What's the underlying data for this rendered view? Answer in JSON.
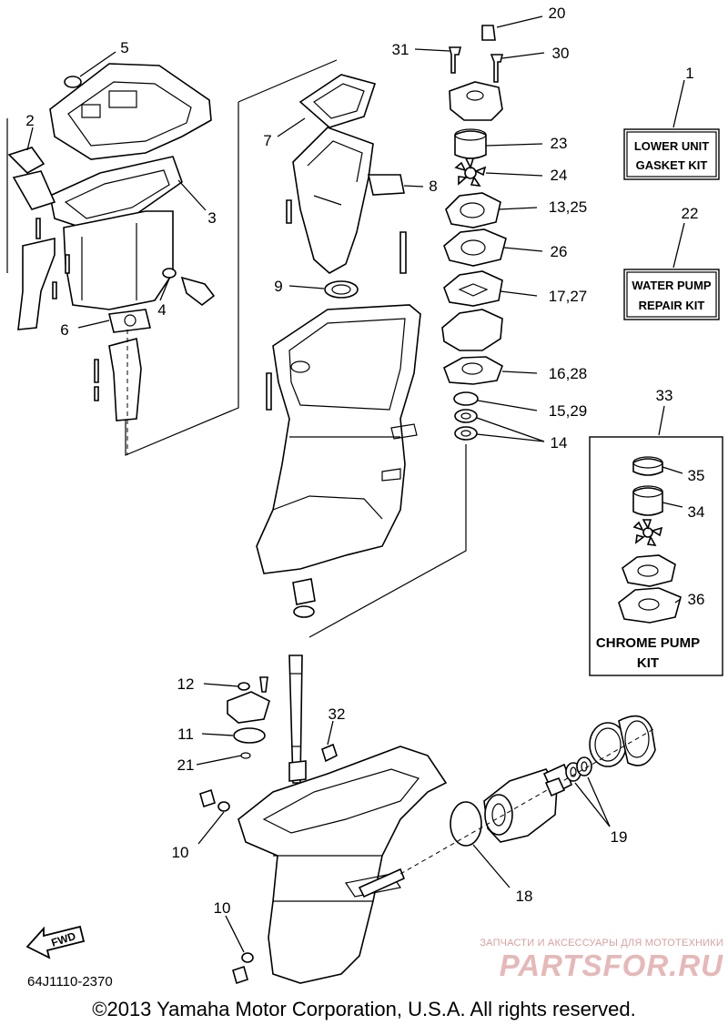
{
  "callouts": {
    "c1": "1",
    "c2": "2",
    "c3": "3",
    "c4": "4",
    "c5": "5",
    "c6": "6",
    "c7": "7",
    "c8": "8",
    "c9": "9",
    "c10a": "10",
    "c10b": "10",
    "c11": "11",
    "c12": "12",
    "c13_25": "13,25",
    "c14": "14",
    "c15_29": "15,29",
    "c16_28": "16,28",
    "c17_27": "17,27",
    "c18": "18",
    "c19": "19",
    "c20": "20",
    "c21": "21",
    "c22": "22",
    "c23": "23",
    "c24": "24",
    "c26": "26",
    "c30": "30",
    "c31": "31",
    "c32": "32",
    "c33": "33",
    "c34": "34",
    "c35": "35",
    "c36": "36"
  },
  "kits": {
    "lower_unit_line1": "LOWER UNIT",
    "lower_unit_line2": "GASKET KIT",
    "water_pump_line1": "WATER PUMP",
    "water_pump_line2": "REPAIR KIT",
    "chrome_pump_line1": "CHROME PUMP",
    "chrome_pump_line2": "KIT"
  },
  "fwd_label": "FWD",
  "drawing_code": "64J1110-2370",
  "copyright": "©2013 Yamaha Motor Corporation, U.S.A. All rights reserved.",
  "watermark": {
    "tagline": "ЗАПЧАСТИ И АКСЕССУАРЫ ДЛЯ МОТОТЕХНИКИ",
    "logo": "PARTSFOR.RU"
  }
}
